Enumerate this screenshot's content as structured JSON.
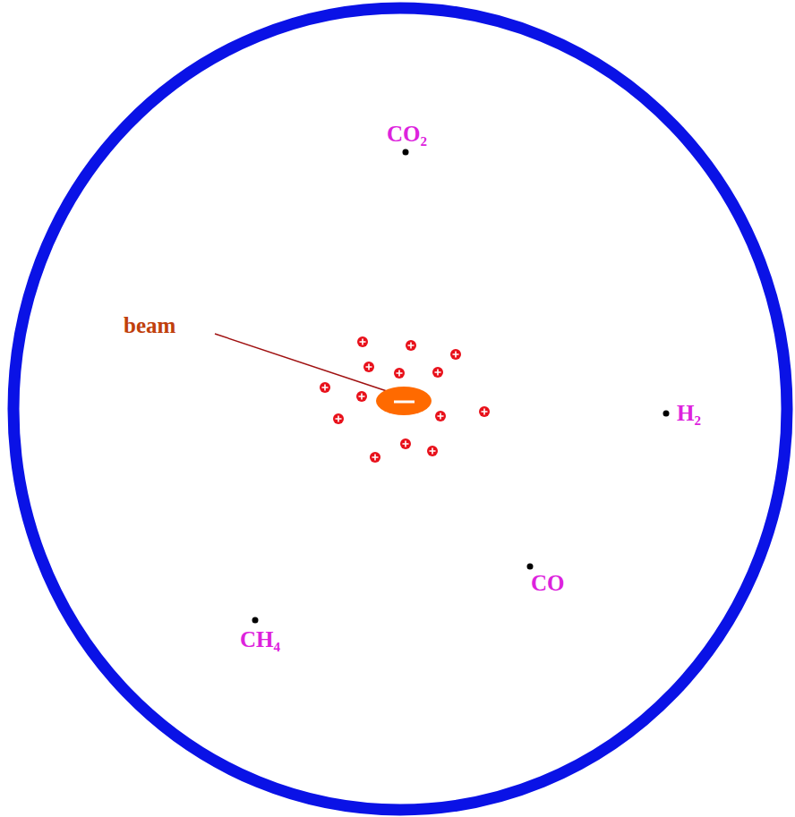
{
  "diagram": {
    "labels": [
      "beam",
      "CO₂",
      "H₂",
      "CO",
      "CH₄"
    ]
  }
}
